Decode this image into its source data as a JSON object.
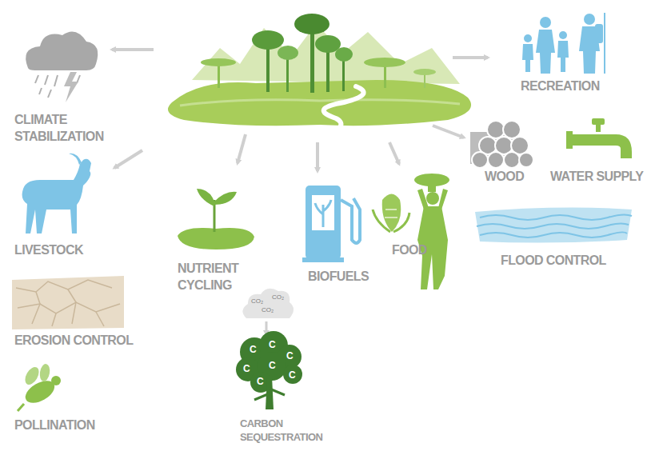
{
  "diagram": {
    "labels": [
      "CLIMATE STABILIZATION",
      "RECREATION",
      "WOOD",
      "WATER SUPPLY",
      "LIVESTOCK",
      "NUTRIENT CYCLING",
      "BIOFUELS",
      "FOOD",
      "FLOOD CONTROL",
      "EROSION CONTROL",
      "CO₂",
      "CO₂",
      "CO₂",
      "C",
      "C",
      "C",
      "C",
      "C",
      "C",
      "C",
      "POLLINATION",
      "CARBON SEQUESTRATION"
    ]
  }
}
